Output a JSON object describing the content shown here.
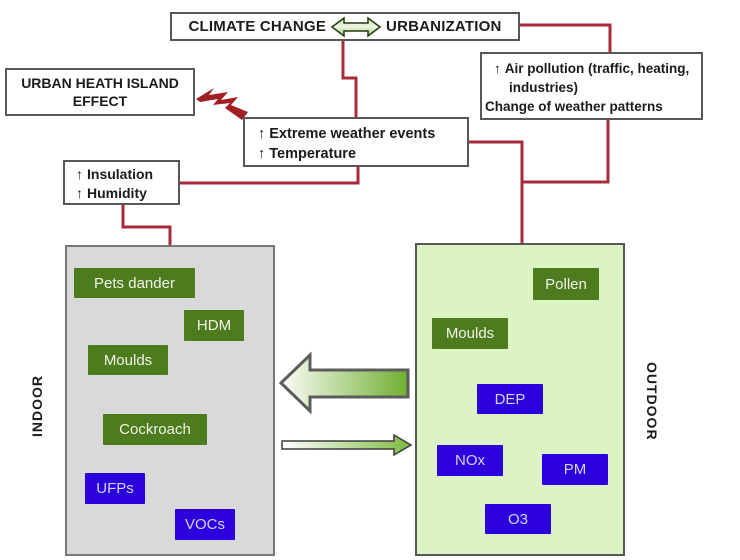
{
  "title_box": {
    "left_label": "CLIMATE CHANGE",
    "right_label": "URBANIZATION"
  },
  "glyphs": {
    "up_arrow": "↑",
    "exchange_arrow_icon": "double-headed-green-arrow",
    "lightning_icon": "red-lightning-bolt"
  },
  "boxes": {
    "urban_heat_island": {
      "line1": "URBAN HEATH ISLAND",
      "line2": "EFFECT"
    },
    "weather": {
      "line1": "Extreme weather events",
      "line2": "Temperature"
    },
    "air_pollution": {
      "line1": "Air pollution (traffic, heating,",
      "line2": "industries)",
      "line3": "Change of weather patterns"
    },
    "insulation": {
      "line1": "Insulation",
      "line2": "Humidity"
    }
  },
  "indoor": {
    "label": "INDOOR",
    "tags": [
      {
        "text": "Pets dander",
        "type": "green"
      },
      {
        "text": "HDM",
        "type": "green"
      },
      {
        "text": "Moulds",
        "type": "green"
      },
      {
        "text": "Cockroach",
        "type": "green"
      },
      {
        "text": "UFPs",
        "type": "blue"
      },
      {
        "text": "VOCs",
        "type": "blue"
      }
    ]
  },
  "outdoor": {
    "label": "OUTDOOR",
    "tags": [
      {
        "text": "Pollen",
        "type": "green"
      },
      {
        "text": "Moulds",
        "type": "green"
      },
      {
        "text": "DEP",
        "type": "blue"
      },
      {
        "text": "NOx",
        "type": "blue"
      },
      {
        "text": "PM",
        "type": "blue"
      },
      {
        "text": "O3",
        "type": "blue"
      }
    ]
  },
  "colors": {
    "connector_red": "#a82c38",
    "lightning_red": "#a31f26",
    "tag_green": "#4d7c1e",
    "tag_blue": "#2b00dd",
    "indoor_fill": "#d9d9d9",
    "outdoor_fill": "#dbf3c5",
    "arrow_green": "#6fae2f",
    "box_border": "#57575a"
  }
}
